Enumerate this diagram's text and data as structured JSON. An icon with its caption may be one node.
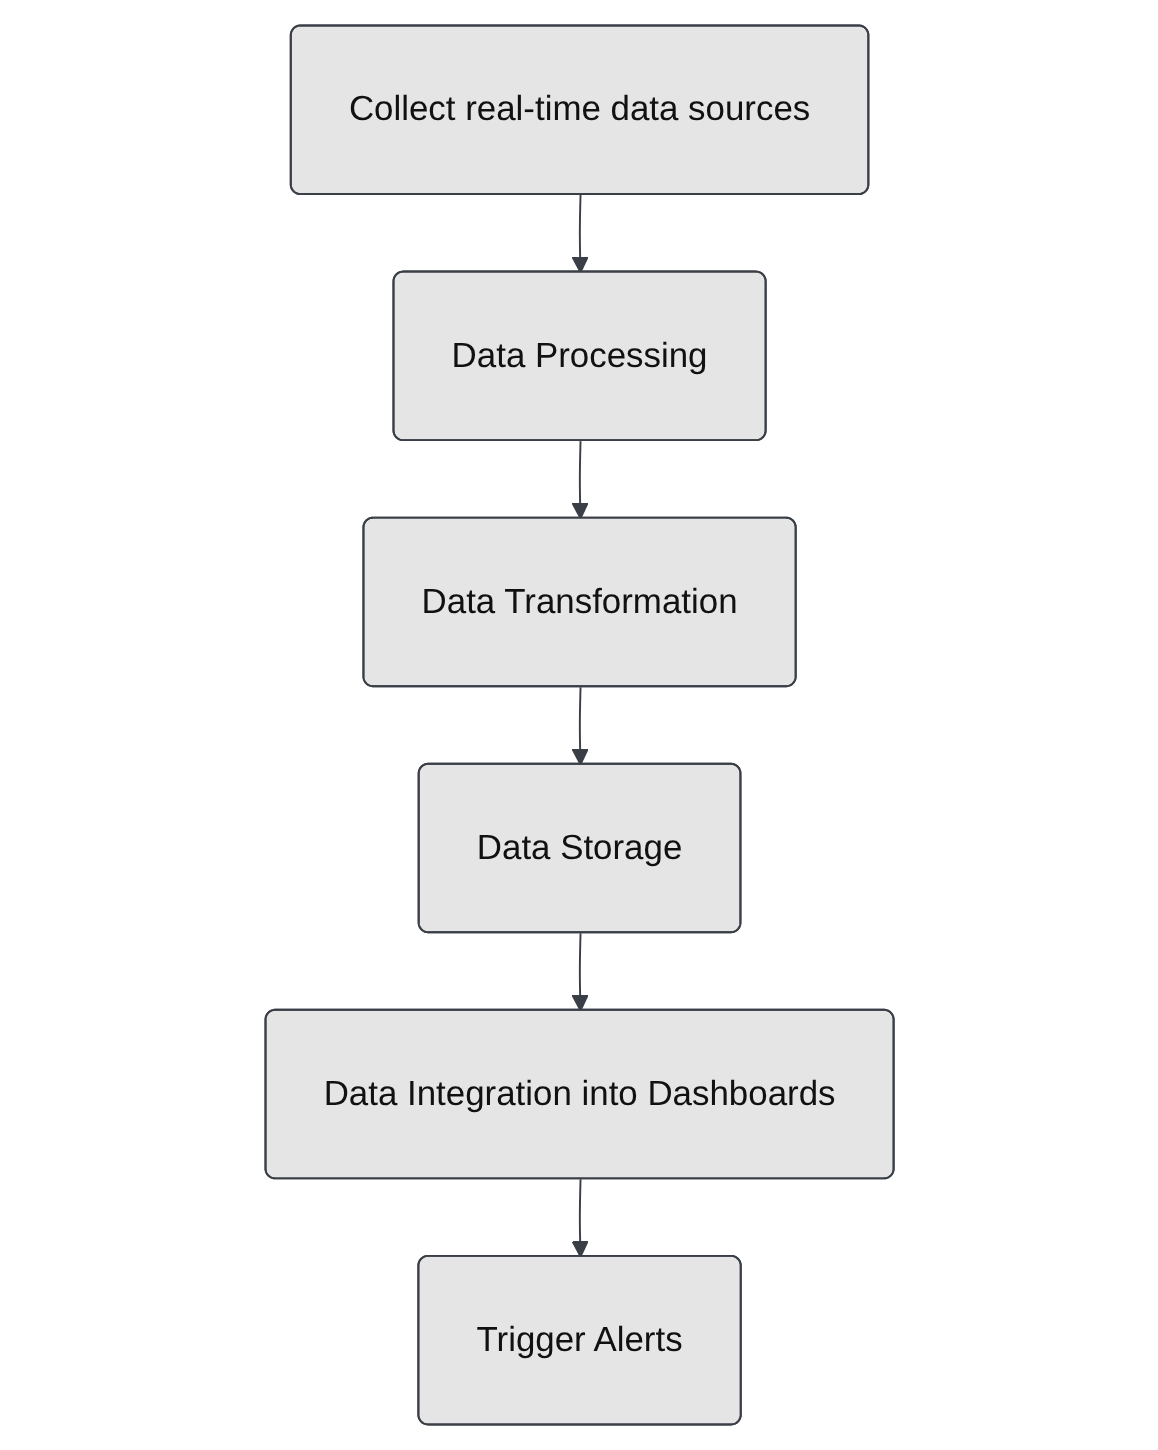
{
  "diagram": {
    "nodes": [
      {
        "text": [
          "Collect real-time data sources"
        ]
      },
      {
        "text": [
          "Data Processing"
        ]
      },
      {
        "text": [
          "Data Transformation"
        ]
      },
      {
        "text": [
          "Data Storage"
        ]
      },
      {
        "text": [
          "Data Integration into Dashboards"
        ]
      },
      {
        "text": [
          "Trigger Alerts"
        ]
      }
    ],
    "edges": [
      {
        "from": 0,
        "to": 1,
        "arrow": "to"
      },
      {
        "from": 1,
        "to": 2,
        "arrow": "to"
      },
      {
        "from": 2,
        "to": 3,
        "arrow": "to"
      },
      {
        "from": 3,
        "to": 4,
        "arrow": "to"
      },
      {
        "from": 4,
        "to": 5,
        "arrow": "to"
      }
    ]
  }
}
